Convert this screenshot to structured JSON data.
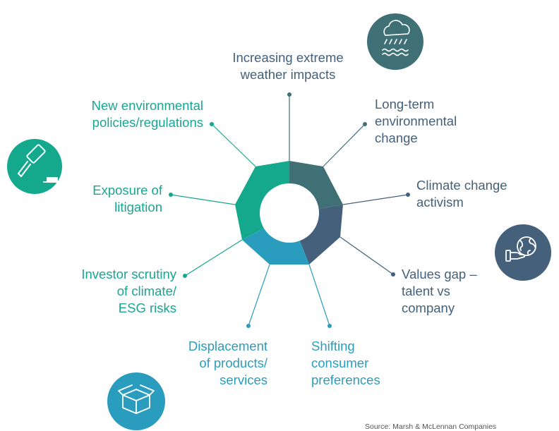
{
  "labels": {
    "extreme_weather": [
      "Increasing extreme",
      "weather impacts"
    ],
    "long_term_env": [
      "Long-term",
      "environmental",
      "change"
    ],
    "activism": [
      "Climate change",
      "activism"
    ],
    "values_gap": [
      "Values gap –",
      "talent vs",
      "company"
    ],
    "consumer": [
      "Shifting",
      "consumer",
      "preferences"
    ],
    "displacement": [
      "Displacement",
      "of products/",
      "services"
    ],
    "investor": [
      "Investor scrutiny",
      "of climate/",
      "ESG risks"
    ],
    "litigation": [
      "Exposure of",
      "litigation"
    ],
    "policies": [
      "New environmental",
      "policies/regulations"
    ]
  },
  "icons": {
    "weather": "cloud-rain-waves-icon",
    "gavel": "gavel-icon",
    "globe_hand": "globe-in-hand-icon",
    "box": "open-box-icon"
  },
  "colors": {
    "teal": "#14a88d",
    "slate_teal": "#3f7076",
    "navy_blue": "#45607a",
    "light_blue": "#2a9dbf"
  },
  "source": "Source: Marsh & McLennan Companies"
}
